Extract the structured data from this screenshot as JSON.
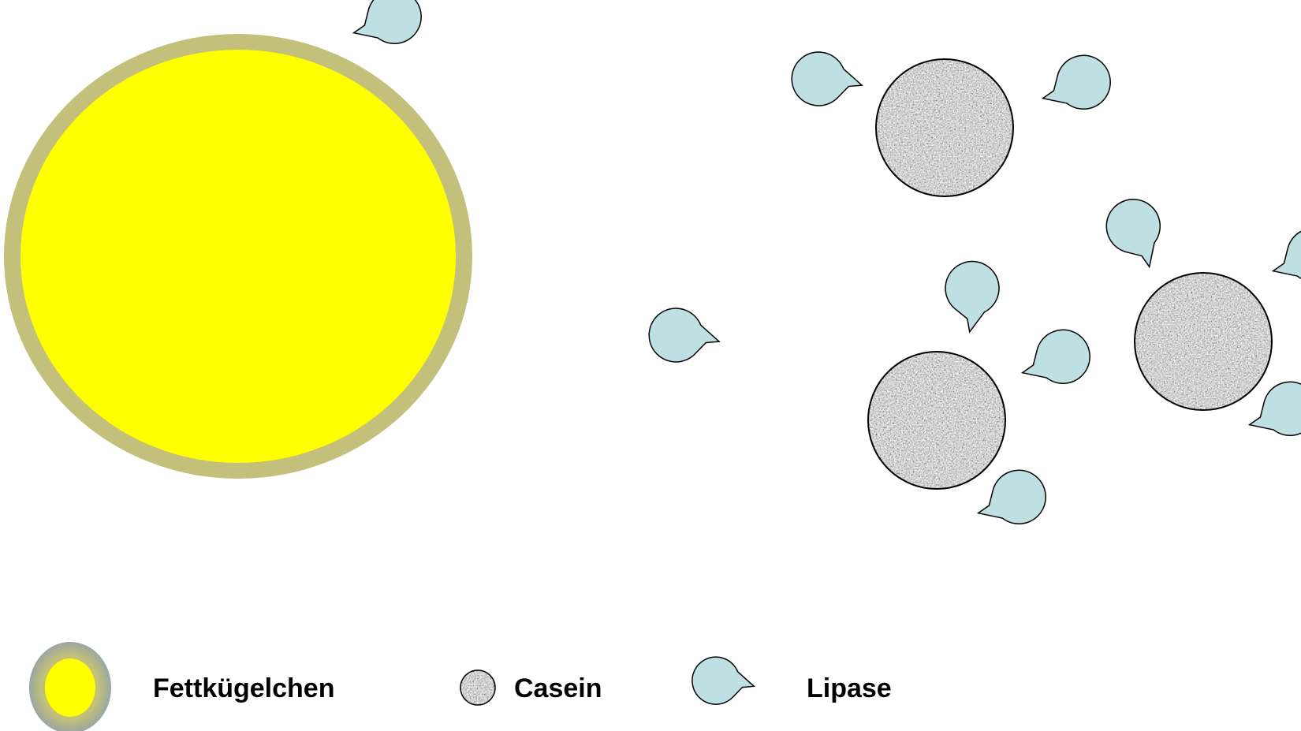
{
  "colors": {
    "background": "#ffffff",
    "fat_fill": "#ffff00",
    "fat_membrane": "#c2c07a",
    "legend_membrane_outer": "#9aa6a0",
    "casein_base": "#a9a9a9",
    "casein_stroke": "#000000",
    "lipase_fill": "#bfe0e2",
    "lipase_stroke": "#000000"
  },
  "legend": {
    "fat_label": "Fettkügelchen",
    "casein_label": "Casein",
    "lipase_label": "Lipase"
  },
  "components": {
    "fat_globule": {
      "icon": "fat-globule-icon"
    },
    "casein": {
      "icon": "casein-micelle-icon"
    },
    "lipase": {
      "icon": "lipase-enzyme-icon"
    }
  }
}
